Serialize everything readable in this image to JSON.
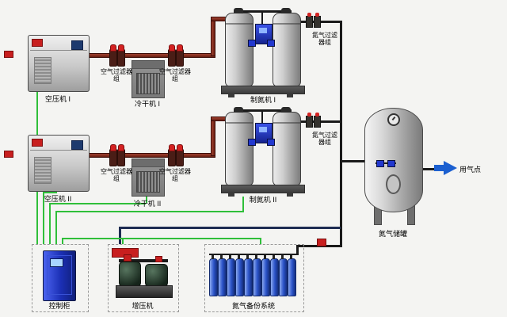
{
  "diagram": {
    "compressor1_label": "空压机 I",
    "compressor2_label": "空压机 II",
    "dryer1_label": "冷干机 I",
    "dryer2_label": "冷干机 II",
    "air_filter_label": "空气过滤器组",
    "n2_filter_label": "氮气过滤器组",
    "generator1_label": "制氮机 I",
    "generator2_label": "制氮机 II",
    "tank_label": "氮气储罐",
    "use_point_label": "用气点",
    "control_cabinet_label": "控制柜",
    "booster_label": "增压机",
    "backup_label": "氮气备份系统"
  },
  "colors": {
    "background": "#f4f4f2",
    "air_pipe": "#8a2f20",
    "nitrogen_pipe": "#1a1a1a",
    "control_line": "#2fbf3a",
    "booster_line": "#1d2c52",
    "cylinder": "#2a52c8",
    "valve": "#2238cf",
    "status_tag": "#c81f1f",
    "arrow": "#1b5fd0"
  }
}
